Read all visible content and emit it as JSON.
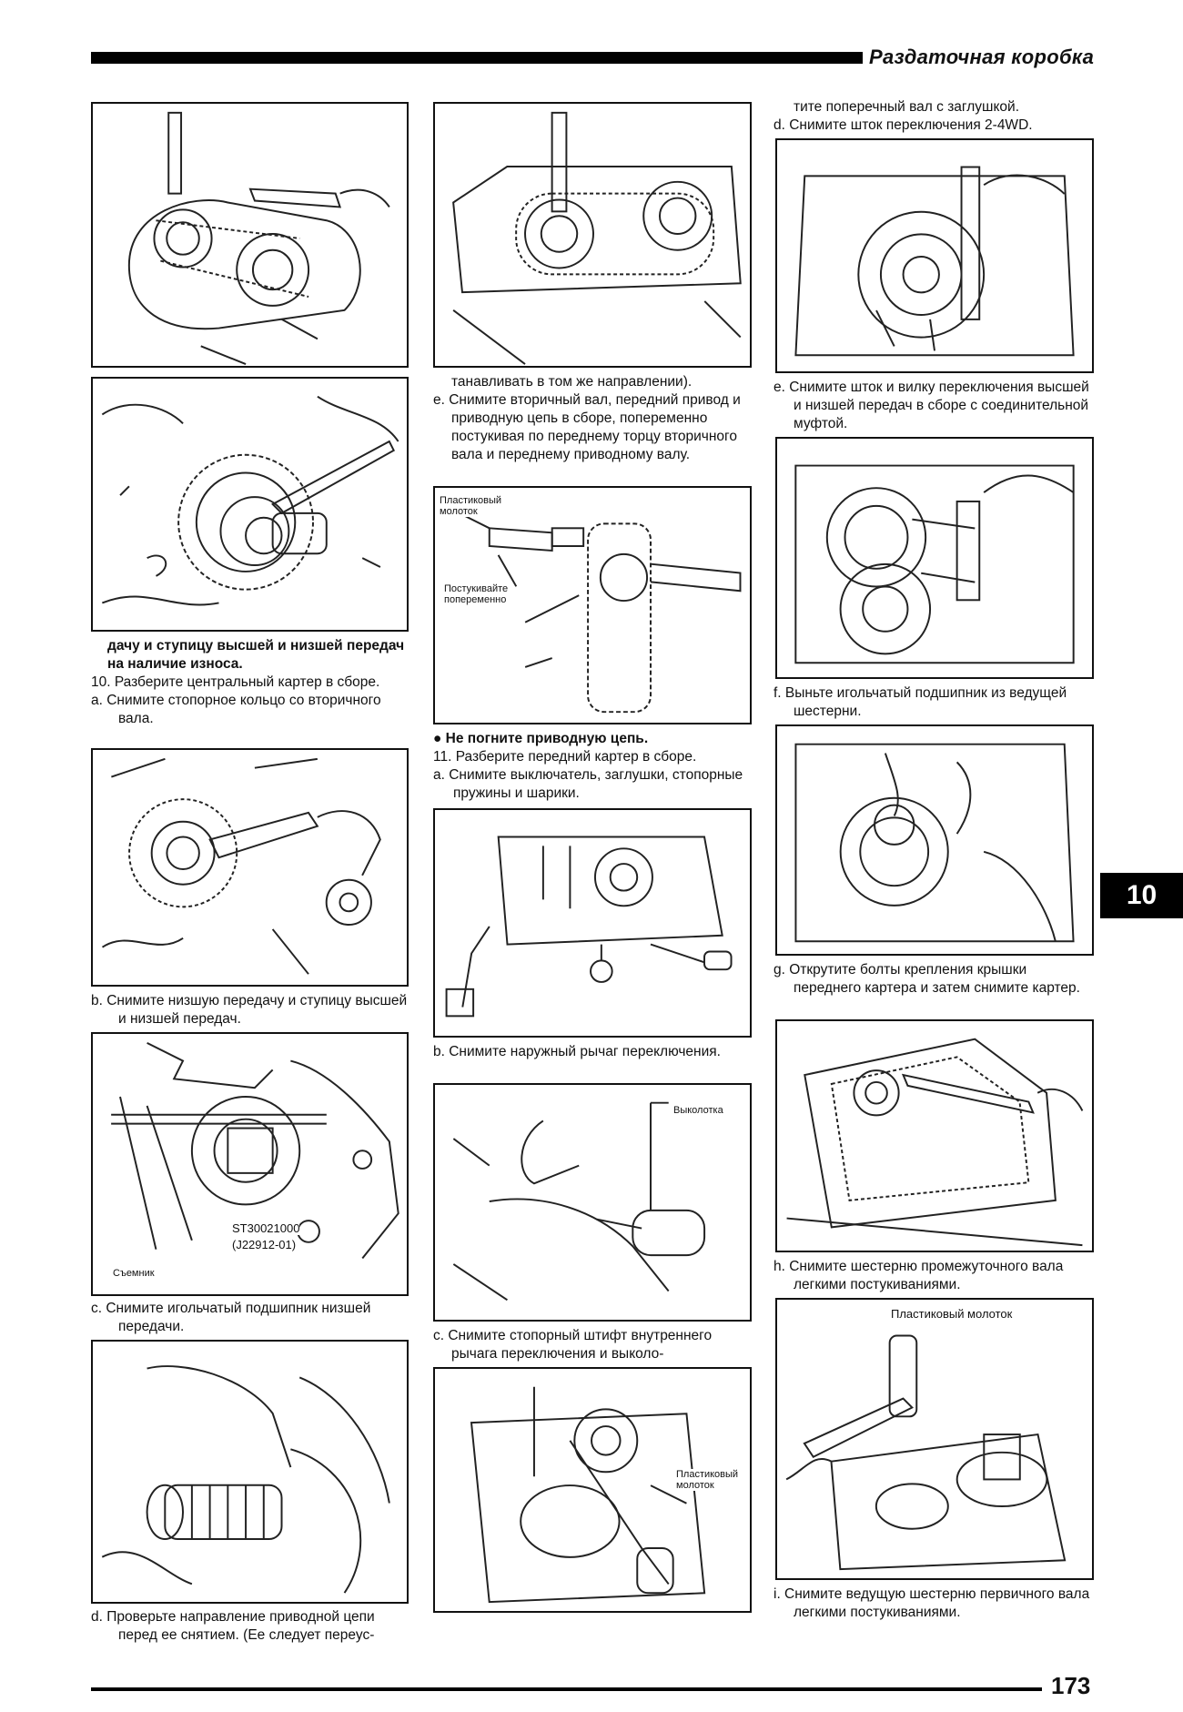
{
  "header": {
    "section_title": "Раздаточная коробка"
  },
  "chapter_tab": "10",
  "page_number": "173",
  "columns": {
    "left": {
      "steps_1": [
        "дачу и ступицу высшей и низшей передач на наличие износа."
      ],
      "step_10": "10. Разберите центральный картер в сборе.",
      "step_10a": "a. Снимите стопорное кольцо со вторичного вала.",
      "step_10b": "b. Снимите низшую передачу и ступицу высшей и низшей передач.",
      "step_10c": "c. Снимите игольчатый подшипник низшей передачи.",
      "step_10d": "d. Проверьте направление приводной цепи перед ее снятием. (Ее следует переус-",
      "fig_labels": {
        "tool_code": "ST30021000",
        "tool_code_alt": "(J22912-01)",
        "puller": "Съемник"
      }
    },
    "middle": {
      "cont_1": "танавливать в том же направлении).",
      "step_e": "e. Снимите вторичный вал, передний привод и приводную цепь в сборе, попеременно постукивая по переднему торцу вторичного вала и переднему приводному валу.",
      "warning": "● Не погните приводную цепь.",
      "step_11": "11. Разберите передний картер в сборе.",
      "step_11a": "a. Снимите выключатель, заглушки, стопорные пружины и шарики.",
      "step_11b": "b. Снимите наружный рычаг переключения.",
      "step_11c": "c. Снимите стопорный штифт внутреннего рычага переключения и выколо-",
      "fig_labels": {
        "plastic_hammer_1": "Пластиковый молоток",
        "tap_alternately": "Постукивайте попеременно",
        "drift": "Выколотка",
        "plastic_hammer_2": "Пластиковый молоток"
      }
    },
    "right": {
      "cont_1": "тите поперечный вал с заглушкой.",
      "step_d": "d. Снимите шток переключения 2-4WD.",
      "step_e": "e. Снимите шток и вилку переключения высшей и низшей передач в сборе с соединительной муфтой.",
      "step_f": "f. Выньте игольчатый подшипник из ведущей шестерни.",
      "step_g": "g. Открутите болты крепления крышки переднего картера и затем снимите картер.",
      "step_h": "h. Снимите шестерню промежуточного вала легкими постукиваниями.",
      "step_i": "i. Снимите ведущую шестерню первичного вала легкими постукиваниями.",
      "fig_labels": {
        "plastic_hammer": "Пластиковый молоток"
      }
    }
  }
}
